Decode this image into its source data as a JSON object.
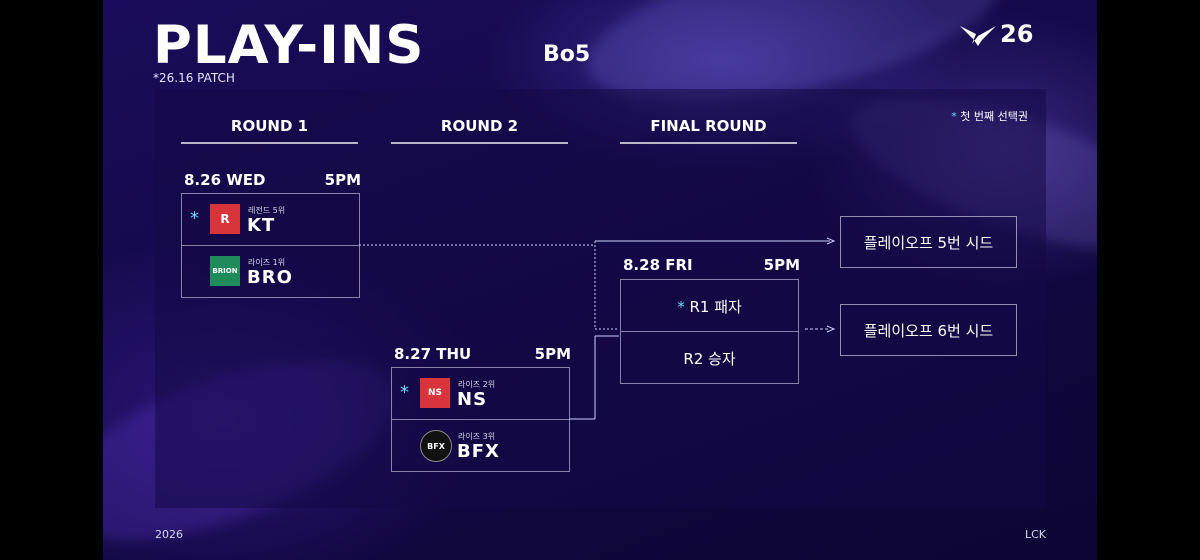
{
  "header": {
    "title": "PLAY-INS",
    "format": "Bo5",
    "patch": "*26.16 PATCH",
    "brand_number": "26",
    "brand_logo": "lck-wing-logo"
  },
  "legend": {
    "star": "*",
    "text": "첫 번째 선택권"
  },
  "rounds": [
    {
      "label": "ROUND 1"
    },
    {
      "label": "ROUND 2"
    },
    {
      "label": "FINAL ROUND"
    }
  ],
  "matches": {
    "r1": {
      "date": "8.26 WED",
      "time": "5PM",
      "teams": [
        {
          "seed": "레전드 5위",
          "name": "KT",
          "star": "*",
          "logo_text": "R",
          "color": "#d8343c"
        },
        {
          "seed": "라이즈 1위",
          "name": "BRO",
          "logo_text": "BRION",
          "color": "#1f8a5a"
        }
      ]
    },
    "r2": {
      "date": "8.27 THU",
      "time": "5PM",
      "teams": [
        {
          "seed": "라이즈 2위",
          "name": "NS",
          "star": "*",
          "logo_text": "NS",
          "color": "#d8343c"
        },
        {
          "seed": "라이즈 3위",
          "name": "BFX",
          "logo_text": "BFX",
          "color": "#111111"
        }
      ]
    },
    "final": {
      "date": "8.28 FRI",
      "time": "5PM",
      "slots": [
        {
          "star": "*",
          "text": "R1 패자"
        },
        {
          "text": "R2 승자"
        }
      ]
    }
  },
  "seeds": [
    {
      "text": "플레이오프 5번 시드"
    },
    {
      "text": "플레이오프 6번 시드"
    }
  ],
  "footer": {
    "left": "2026",
    "right": "LCK"
  }
}
